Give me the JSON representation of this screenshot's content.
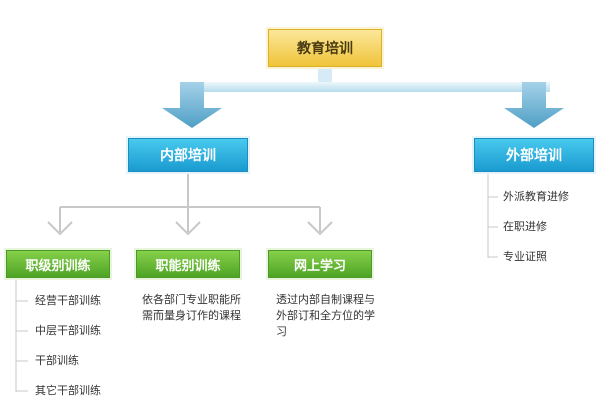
{
  "root": {
    "label": "教育培训"
  },
  "internal": {
    "label": "内部培训",
    "children": {
      "rank": {
        "label": "职级别训练",
        "items": [
          "经营干部训练",
          "中层干部训练",
          "干部训练",
          "其它干部训练"
        ]
      },
      "function": {
        "label": "职能别训练",
        "description": "依各部门专业职能所需而量身订作的课程"
      },
      "online": {
        "label": "网上学习",
        "description": "透过内部自制课程与外部订和全方位的学习"
      }
    }
  },
  "external": {
    "label": "外部培训",
    "items": [
      "外派教育进修",
      "在职进修",
      "专业证照"
    ]
  },
  "colors": {
    "root": "#f0c43a",
    "level1": "#1a9bd0",
    "level2": "#4ea425",
    "connector_arrow": "#5aa6cc",
    "connector_line": "#c8c8c8"
  }
}
